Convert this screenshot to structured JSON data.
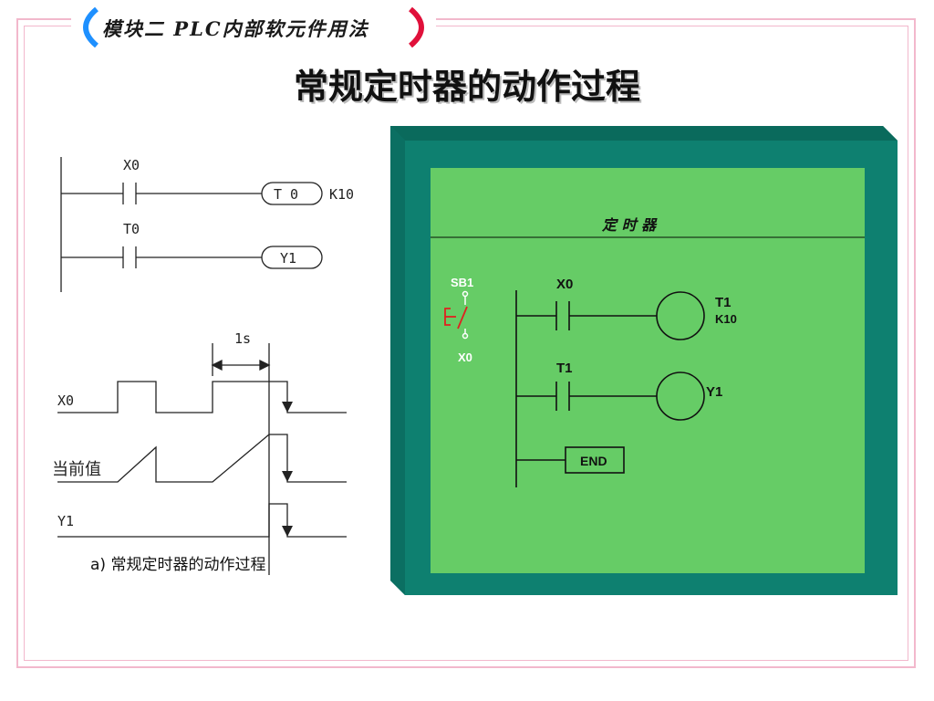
{
  "header": {
    "banner_text": "模块二 PLC内部软元件用法",
    "page_title": "常规定时器的动作过程"
  },
  "ladder_left": {
    "contact1_label": "X0",
    "coil1_label": "T 0",
    "coil1_setting": "K10",
    "contact2_label": "T0",
    "coil2_label": "Y1"
  },
  "timing": {
    "duration_label": "1s",
    "row_x0": "X0",
    "row_current": "当前值",
    "row_y1": "Y1",
    "caption": "a) 常规定时器的动作过程"
  },
  "panel": {
    "title": "定 时 器",
    "switch_label": "SB1",
    "switch_input": "X0",
    "rung1_contact": "X0",
    "rung1_coil_name": "T1",
    "rung1_coil_setting": "K10",
    "rung2_contact": "T1",
    "rung2_coil_name": "Y1",
    "end_label": "END",
    "colors": {
      "frame": "#0e8070",
      "screen": "#66cc66",
      "accent_red": "#e02020"
    }
  }
}
